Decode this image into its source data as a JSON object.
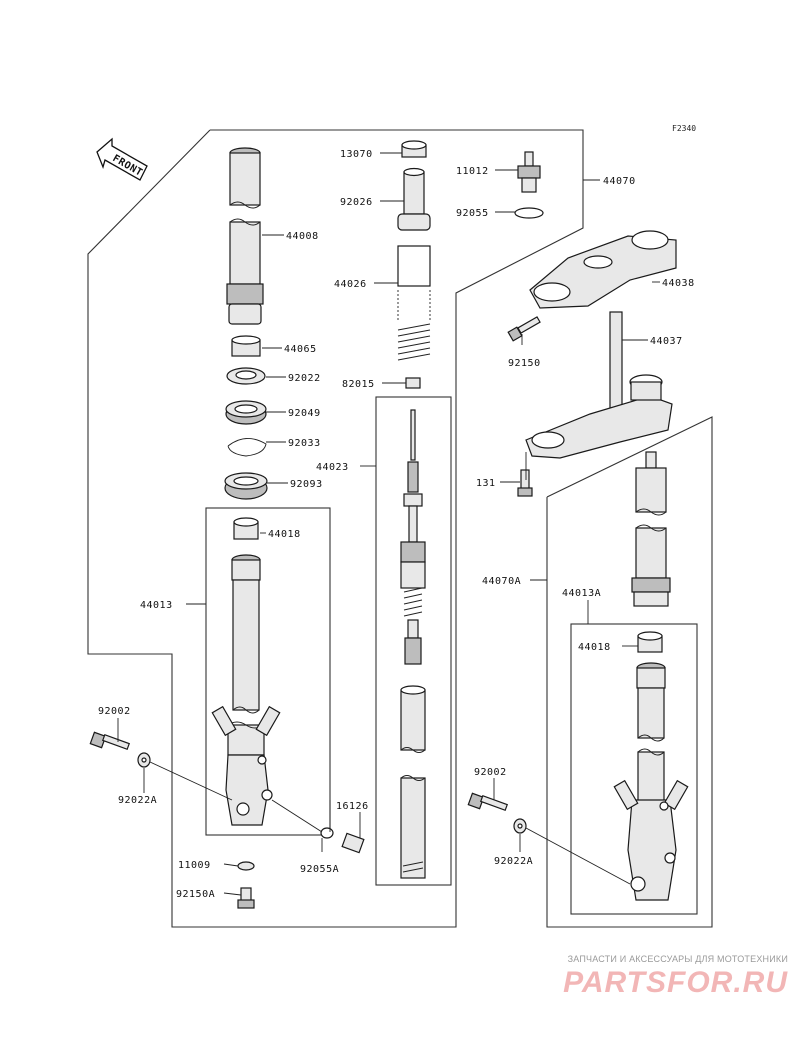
{
  "figure_code": "F2340",
  "front_label": "FRONT",
  "labels": {
    "p13070": "13070",
    "p11012": "11012",
    "p44070": "44070",
    "p92026": "92026",
    "p92055": "92055",
    "p44008": "44008",
    "p44038": "44038",
    "p44026": "44026",
    "p44037": "44037",
    "p92150": "92150",
    "p44065": "44065",
    "p92022": "92022",
    "p82015": "82015",
    "p92049": "92049",
    "p92033": "92033",
    "p44023": "44023",
    "p131": "131",
    "p92093": "92093",
    "p44018": "44018",
    "p44070A": "44070A",
    "p44013A": "44013A",
    "p44013": "44013",
    "p44018b": "44018",
    "p92002": "92002",
    "p92022A": "92022A",
    "p92002b": "92002",
    "p16126": "16126",
    "p92022Ab": "92022A",
    "p11009": "11009",
    "p92055A": "92055A",
    "p92150A": "92150A"
  },
  "watermark": {
    "tagline": "ЗАПЧАСТИ И АКСЕССУАРЫ ДЛЯ МОТОТЕХНИКИ",
    "brand": "PARTSFOR.RU"
  }
}
